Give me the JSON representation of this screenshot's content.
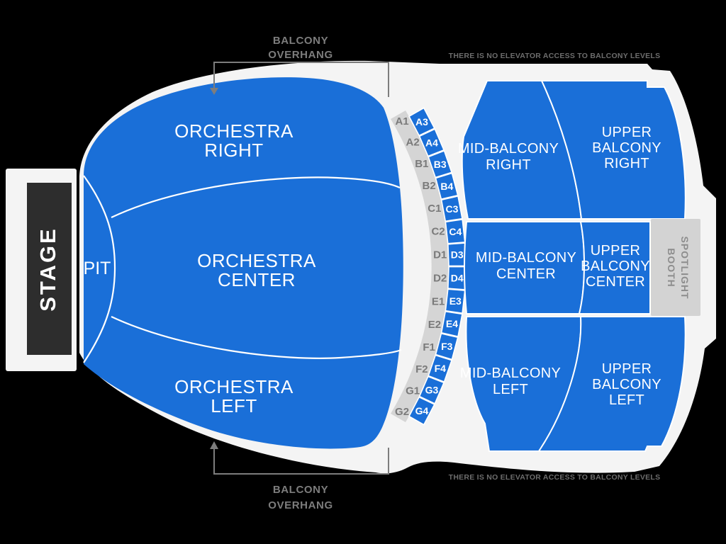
{
  "stage": {
    "label": "STAGE"
  },
  "pit": {
    "label": "PIT"
  },
  "sections": {
    "orchestra_right": {
      "label": "ORCHESTRA RIGHT",
      "lines": [
        "ORCHESTRA",
        "RIGHT"
      ]
    },
    "orchestra_center": {
      "label": "ORCHESTRA CENTER",
      "lines": [
        "ORCHESTRA",
        "CENTER"
      ]
    },
    "orchestra_left": {
      "label": "ORCHESTRA LEFT",
      "lines": [
        "ORCHESTRA",
        "LEFT"
      ]
    },
    "mid_balcony_right": {
      "label": "MID-BALCONY RIGHT",
      "lines": [
        "MID-BALCONY",
        "RIGHT"
      ]
    },
    "mid_balcony_center": {
      "label": "MID-BALCONY CENTER",
      "lines": [
        "MID-BALCONY",
        "CENTER"
      ]
    },
    "mid_balcony_left": {
      "label": "MID-BALCONY LEFT",
      "lines": [
        "MID-BALCONY",
        "LEFT"
      ]
    },
    "upper_balcony_right": {
      "label": "UPPER BALCONY RIGHT",
      "lines": [
        "UPPER",
        "BALCONY",
        "RIGHT"
      ]
    },
    "upper_balcony_center": {
      "label": "UPPER BALCONY CENTER",
      "lines": [
        "UPPER",
        "BALCONY",
        "CENTER"
      ]
    },
    "upper_balcony_left": {
      "label": "UPPER BALCONY LEFT",
      "lines": [
        "UPPER",
        "BALCONY",
        "LEFT"
      ]
    },
    "spotlight_booth": {
      "label": "SPOTLIGHT BOOTH",
      "lines": [
        "SPOTLIGHT",
        "BOOTH"
      ]
    }
  },
  "box_seats": {
    "gray_labels": [
      "A1",
      "A2",
      "B1",
      "B2",
      "C1",
      "C2",
      "D1",
      "D2",
      "E1",
      "E2",
      "F1",
      "F2",
      "G1",
      "G2"
    ],
    "blue_labels": [
      "A3",
      "A4",
      "B3",
      "B4",
      "C3",
      "C4",
      "D3",
      "D4",
      "E3",
      "E4",
      "F3",
      "F4",
      "G3",
      "G4"
    ]
  },
  "annotations": {
    "balcony_overhang_top": {
      "label": "BALCONY OVERHANG",
      "lines": [
        "BALCONY",
        "OVERHANG"
      ]
    },
    "balcony_overhang_bottom": {
      "label": "BALCONY OVERHANG",
      "lines": [
        "BALCONY",
        "OVERHANG"
      ]
    },
    "no_elevator_top": "THERE IS NO ELEVATOR ACCESS TO BALCONY LEVELS",
    "no_elevator_bottom": "THERE IS NO ELEVATOR ACCESS TO BALCONY LEVELS"
  },
  "colors": {
    "background": "#000000",
    "silhouette": "#f4f4f4",
    "section_blue": "#1a6fd8",
    "stage_dark": "#2d2d2d",
    "strip_gray": "#d5d5d5",
    "booth_gray": "#d3d3d3",
    "label_gray": "#7a7a7a",
    "annotation_gray": "#7d7d7d",
    "notice_gray": "#6d6d6d"
  }
}
